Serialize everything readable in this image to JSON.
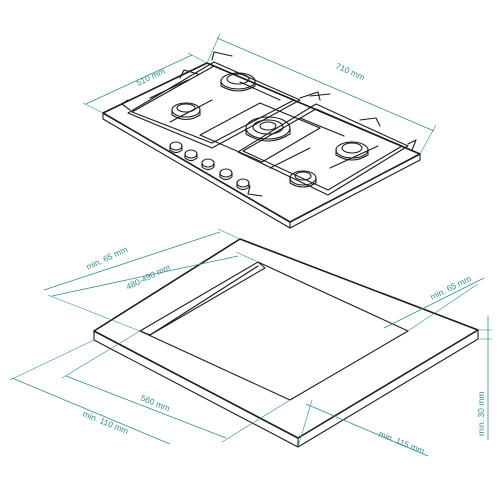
{
  "hob": {
    "width_label": "710 mm",
    "depth_label": "510 mm"
  },
  "cutout": {
    "top_clearance_label": "min. 65 mm",
    "depth_label": "480-490 mm",
    "side_clearance_label": "min. 65 mm",
    "width_label": "560 mm",
    "front_clearance_label": "min. 110 mm",
    "right_clearance_label": "min. 115 mm",
    "thickness_label": "min. 30 mm"
  },
  "colors": {
    "line": "#1c1c1c",
    "dimension": "#2f8f8a"
  }
}
